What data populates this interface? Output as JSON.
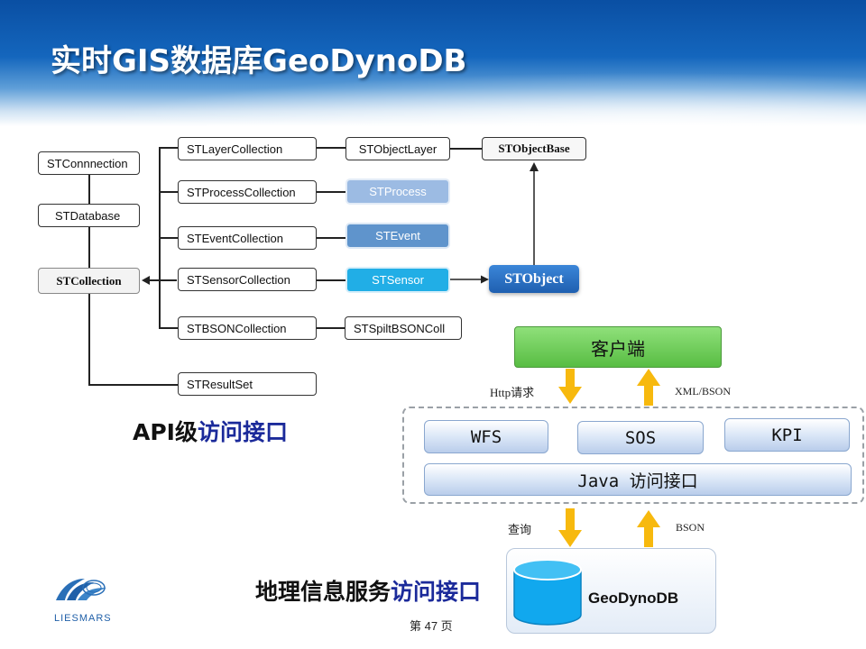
{
  "slide": {
    "title": "实时GIS数据库GeoDynoDB",
    "page_number": "第 47 页"
  },
  "logo": {
    "text": "LIESMARS"
  },
  "class_diagram": {
    "connection": "STConnnection",
    "database": "STDatabase",
    "collection": "STCollection",
    "layer_collection": "STLayerCollection",
    "process_collection": "STProcessCollection",
    "event_collection": "STEventCollection",
    "sensor_collection": "STSensorCollection",
    "bson_collection": "STBSONCollection",
    "result_set": "STResultSet",
    "object_layer": "STObjectLayer",
    "object_base": "STObjectBase",
    "process": "STProcess",
    "event": "STEvent",
    "sensor": "STSensor",
    "spilt_bson": "STSpiltBSONColl",
    "object": "STObject",
    "colors": {
      "process": "#9cbbe3",
      "event": "#5f94cc",
      "sensor": "#21aee6",
      "object": "#2a72c6"
    }
  },
  "api_label": {
    "part1": "API级",
    "part2": "访问接口"
  },
  "gis_label": {
    "part1": "地理信息服务",
    "part2": "访问接口"
  },
  "architecture": {
    "client": "客户端",
    "http_label": "Http请求",
    "xml_label": "XML/BSON",
    "services": [
      "WFS",
      "SOS",
      "KPI"
    ],
    "java_api": "Java 访问接口",
    "query_label": "查询",
    "bson_label": "BSON",
    "db": "GeoDynoDB"
  }
}
